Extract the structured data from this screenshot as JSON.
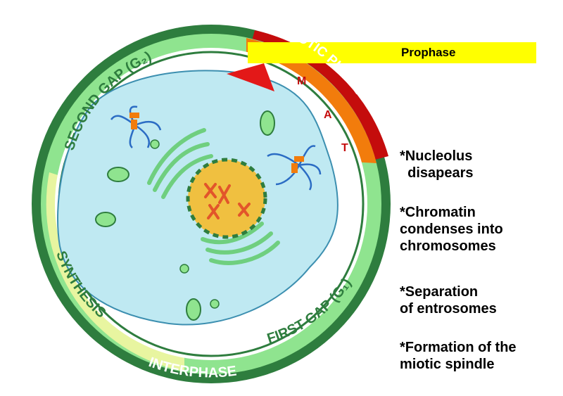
{
  "colors": {
    "interphase_ring": "#2e7d3e",
    "g_ring": "#8fe48f",
    "synthesis_ring": "#e8f5a0",
    "mitotic_red": "#c40c0c",
    "mitotic_orange": "#f27c0c",
    "prophase_bar": "#ffff00",
    "cytoplasm": "#bfe9f2",
    "nucleus": "#f0c040",
    "chromatin": "#e2552a"
  },
  "ring_labels": {
    "second_gap": "SECOND GAP (G₂)",
    "synthesis": "SYNTHESIS",
    "first_gap": "FIRST GAP (G₁)",
    "interphase": "INTERPHASE",
    "mitotic_phase": "MITOTIC PHASE",
    "stage_m": "M",
    "stage_a": "A",
    "stage_t": "T"
  },
  "prophase": {
    "label": "Prophase"
  },
  "notes": [
    "*Nucleolus\n  disapears",
    "*Chromatin\ncondenses into\nchromosomes",
    "*Separation\nof entrosomes",
    "*Formation of the\nmiotic spindle"
  ]
}
